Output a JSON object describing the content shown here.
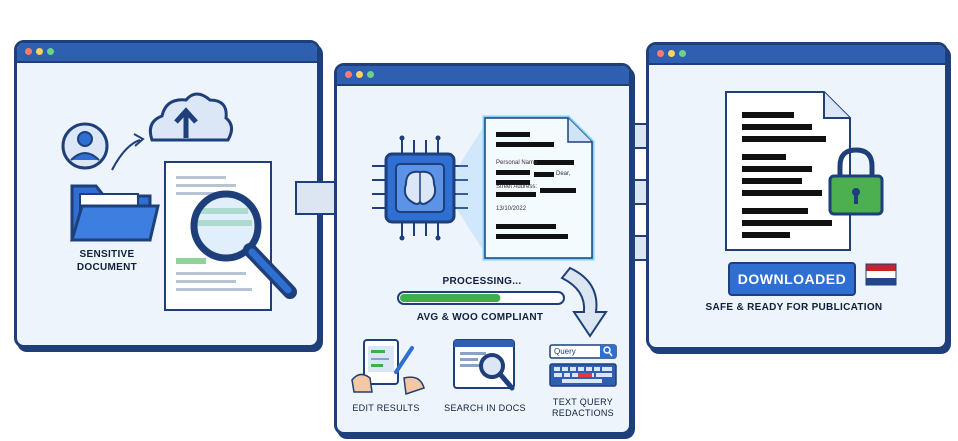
{
  "left_panel": {
    "label_line1": "SENSITIVE",
    "label_line2": "DOCUMENT"
  },
  "middle_panel": {
    "doc_fields": {
      "name_label": "Personal Name",
      "dear_label": "Dear,",
      "address_label": "Street Address:",
      "date": "13/10/2022"
    },
    "processing_label": "PROCESSING...",
    "progress_fraction": 0.62,
    "compliance_label": "AVG & WOO COMPLIANT",
    "features": [
      {
        "label": "EDIT RESULTS",
        "icon": "tablet-edit-icon"
      },
      {
        "label": "SEARCH IN DOCS",
        "icon": "search-docs-icon"
      },
      {
        "label_line1": "TEXT QUERY",
        "label_line2": "REDACTIONS",
        "icon": "keyboard-query-icon"
      }
    ],
    "query_placeholder": "Query"
  },
  "right_panel": {
    "download_button": "DOWNLOADED",
    "status_label": "SAFE & READY FOR PUBLICATION",
    "flag": "netherlands-flag"
  },
  "colors": {
    "frame": "#1e3f7a",
    "accent_blue": "#2f6fd1",
    "progress_green": "#3cb04a",
    "panel_bg": "#eef4fb"
  }
}
